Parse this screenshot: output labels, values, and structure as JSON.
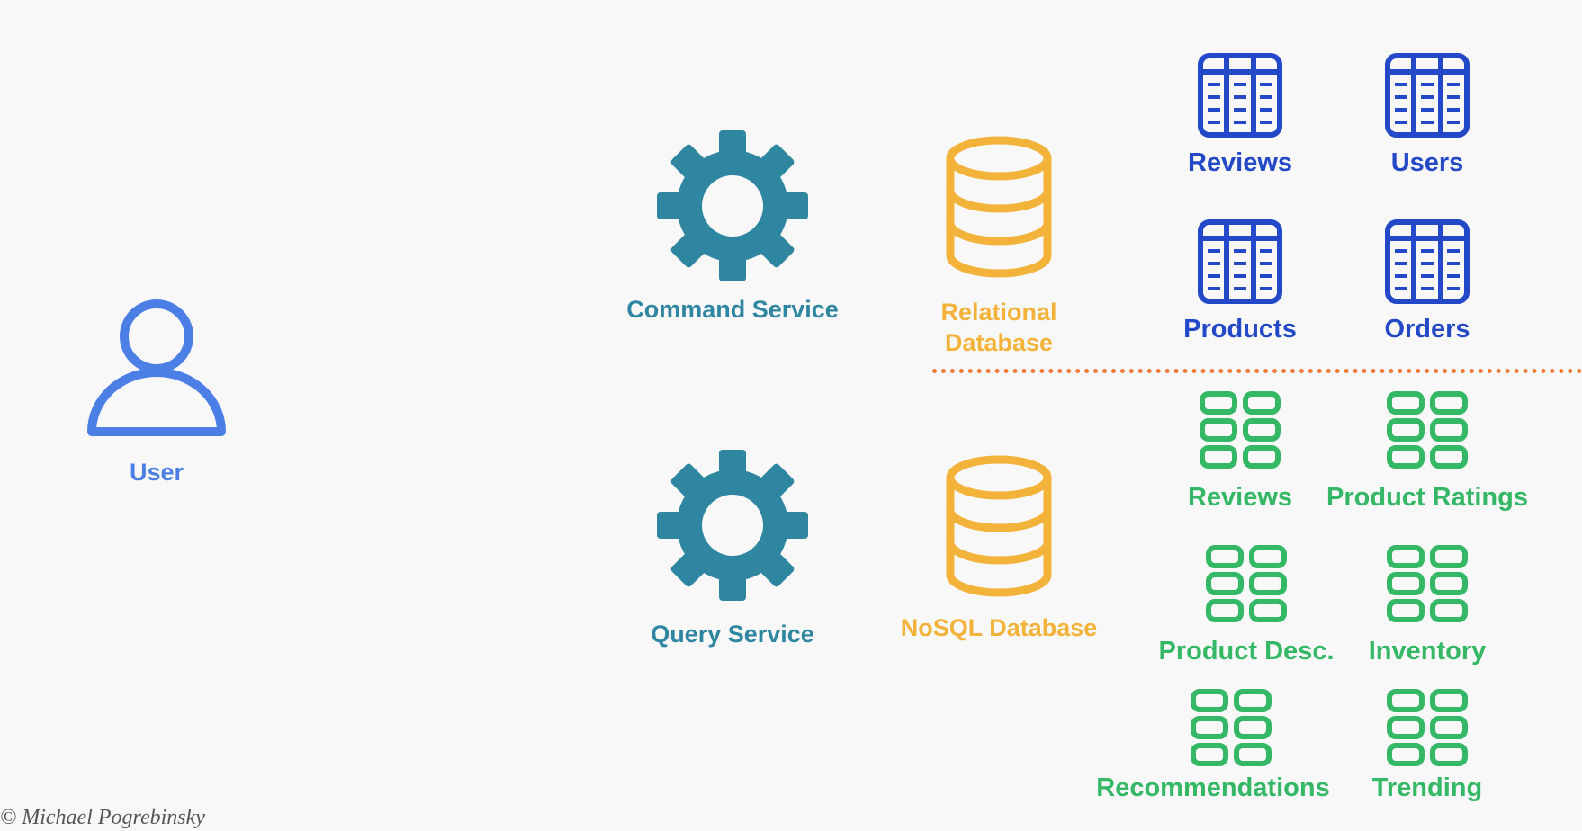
{
  "user": {
    "label": "User",
    "icon": "user-icon"
  },
  "command_service": {
    "label": "Command Service",
    "icon": "gear-icon"
  },
  "query_service": {
    "label": "Query Service",
    "icon": "gear-icon"
  },
  "relational_db": {
    "label_line1": "Relational",
    "label_line2": "Database",
    "icon": "database-icon"
  },
  "nosql_db": {
    "label": "NoSQL Database",
    "icon": "database-icon"
  },
  "relational_tables": [
    {
      "label": "Reviews",
      "icon": "table-icon"
    },
    {
      "label": "Users",
      "icon": "table-icon"
    },
    {
      "label": "Products",
      "icon": "table-icon"
    },
    {
      "label": "Orders",
      "icon": "table-icon"
    }
  ],
  "nosql_collections": [
    {
      "label": "Reviews",
      "icon": "grid-icon"
    },
    {
      "label": "Product Ratings",
      "icon": "grid-icon"
    },
    {
      "label": "Product Desc.",
      "icon": "grid-icon"
    },
    {
      "label": "Inventory",
      "icon": "grid-icon"
    },
    {
      "label": "Recommendations",
      "icon": "grid-icon"
    },
    {
      "label": "Trending",
      "icon": "grid-icon"
    }
  ],
  "copyright": "© Michael Pogrebinsky",
  "colors": {
    "user": "#4c7fe6",
    "service": "#2f86a1",
    "database": "#f3b33a",
    "relational": "#2349c8",
    "nosql": "#35b865",
    "divider": "#f07a3c"
  }
}
